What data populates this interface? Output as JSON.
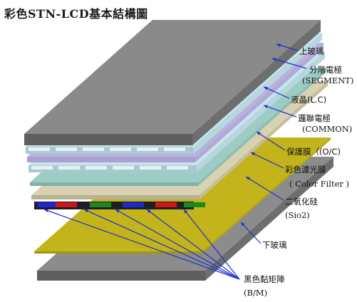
{
  "title": "彩色STN-LCD基本結構圖",
  "layers": {
    "upper_glass": "上玻璃",
    "segment_electrode": "分階電極",
    "segment_electrode_en": "(SEGMENT)",
    "liquid_crystal": "液晶(L.C)",
    "common_electrode": "邏聯電極",
    "common_electrode_en": "(COMMON)",
    "protective_film": "保護膜（(O/C)",
    "color_filter": "彩色濾光膜",
    "color_filter_en": "( Color Filter )",
    "silicon_dioxide": "二氧化硅",
    "silicon_dioxide_en": "(Sio2)",
    "lower_glass": "下玻璃",
    "black_matrix": "黑色黏矩陣",
    "black_matrix_en": "(B/M)"
  },
  "colors": {
    "glass_top": "#8a8a8a",
    "glass_front": "#5f5f5f",
    "glass_side": "#6e6e6e",
    "electrode": "#c8e4ec",
    "liquid_crystal": "#b8b2dc",
    "color_filter": "#9dccc4",
    "silicon_dioxide": "#d8d2b0",
    "lower_glass_yellow": "#c2b41a",
    "leader_line": "#1f2fd0",
    "filter_red": "#d01818",
    "filter_green": "#1a8a1a",
    "filter_blue": "#1a2ad0"
  }
}
